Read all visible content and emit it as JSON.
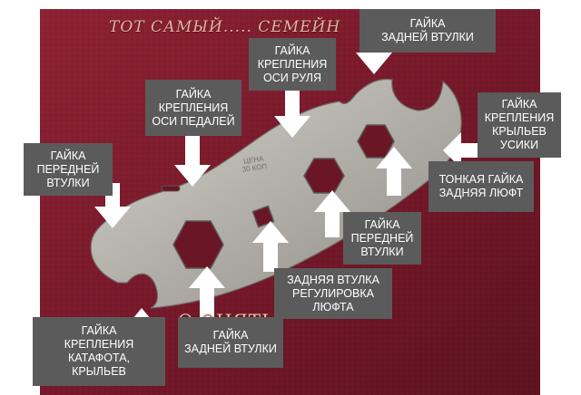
{
  "colors": {
    "background_book": "#7a1a2a",
    "label_bg": "#5b5b5b",
    "label_text": "#ffffff",
    "arrow": "#ffffff",
    "wrench": "#b9b6b0"
  },
  "book_text": {
    "top": "ТОТ САМЫЙ..... СЕМЕЙН",
    "bottom": "О      ОНЯТЬ!"
  },
  "stamp": {
    "line1": "ЦЕНА",
    "line2": "30 КОП"
  },
  "labels": [
    {
      "id": "rear-hub-nut-top",
      "lines": [
        "ГАЙКА",
        "ЗАДНЕЙ ВТУЛКИ"
      ]
    },
    {
      "id": "handlebar-axle-nut",
      "lines": [
        "ГАЙКА",
        "КРЕПЛЕНИЯ",
        "ОСИ РУЛЯ"
      ]
    },
    {
      "id": "pedal-axle-nut",
      "lines": [
        "ГАЙКА",
        "КРЕПЛЕНИЯ",
        "ОСИ ПЕДАЛЕЙ"
      ]
    },
    {
      "id": "fender-stay-nut",
      "lines": [
        "ГАЙКА",
        "КРЕПЛЕНИЯ",
        "КРЫЛЬЕВ",
        "УСИКИ"
      ]
    },
    {
      "id": "front-hub-nut-left",
      "lines": [
        "ГАЙКА",
        "ПЕРЕДНЕЙ",
        "ВТУЛКИ"
      ]
    },
    {
      "id": "thin-rear-nut",
      "lines": [
        "ТОНКАЯ ГАЙКА",
        "ЗАДНЯЯ ЛЮФТ"
      ]
    },
    {
      "id": "front-hub-nut-center",
      "lines": [
        "ГАЙКА",
        "ПЕРЕДНЕЙ",
        "ВТУЛКИ"
      ]
    },
    {
      "id": "rear-hub-play",
      "lines": [
        "ЗАДНЯЯ ВТУЛКА",
        "РЕГУЛИРОВКА",
        "ЛЮФТА"
      ]
    },
    {
      "id": "rear-hub-nut-bottom",
      "lines": [
        "ГАЙКА",
        "ЗАДНЕЙ ВТУЛКИ"
      ]
    },
    {
      "id": "reflector-fender-nut",
      "lines": [
        "ГАЙКА",
        "КРЕПЛЕНИЯ",
        "КАТАФОТА,",
        "КРЫЛЬЕВ"
      ]
    }
  ]
}
